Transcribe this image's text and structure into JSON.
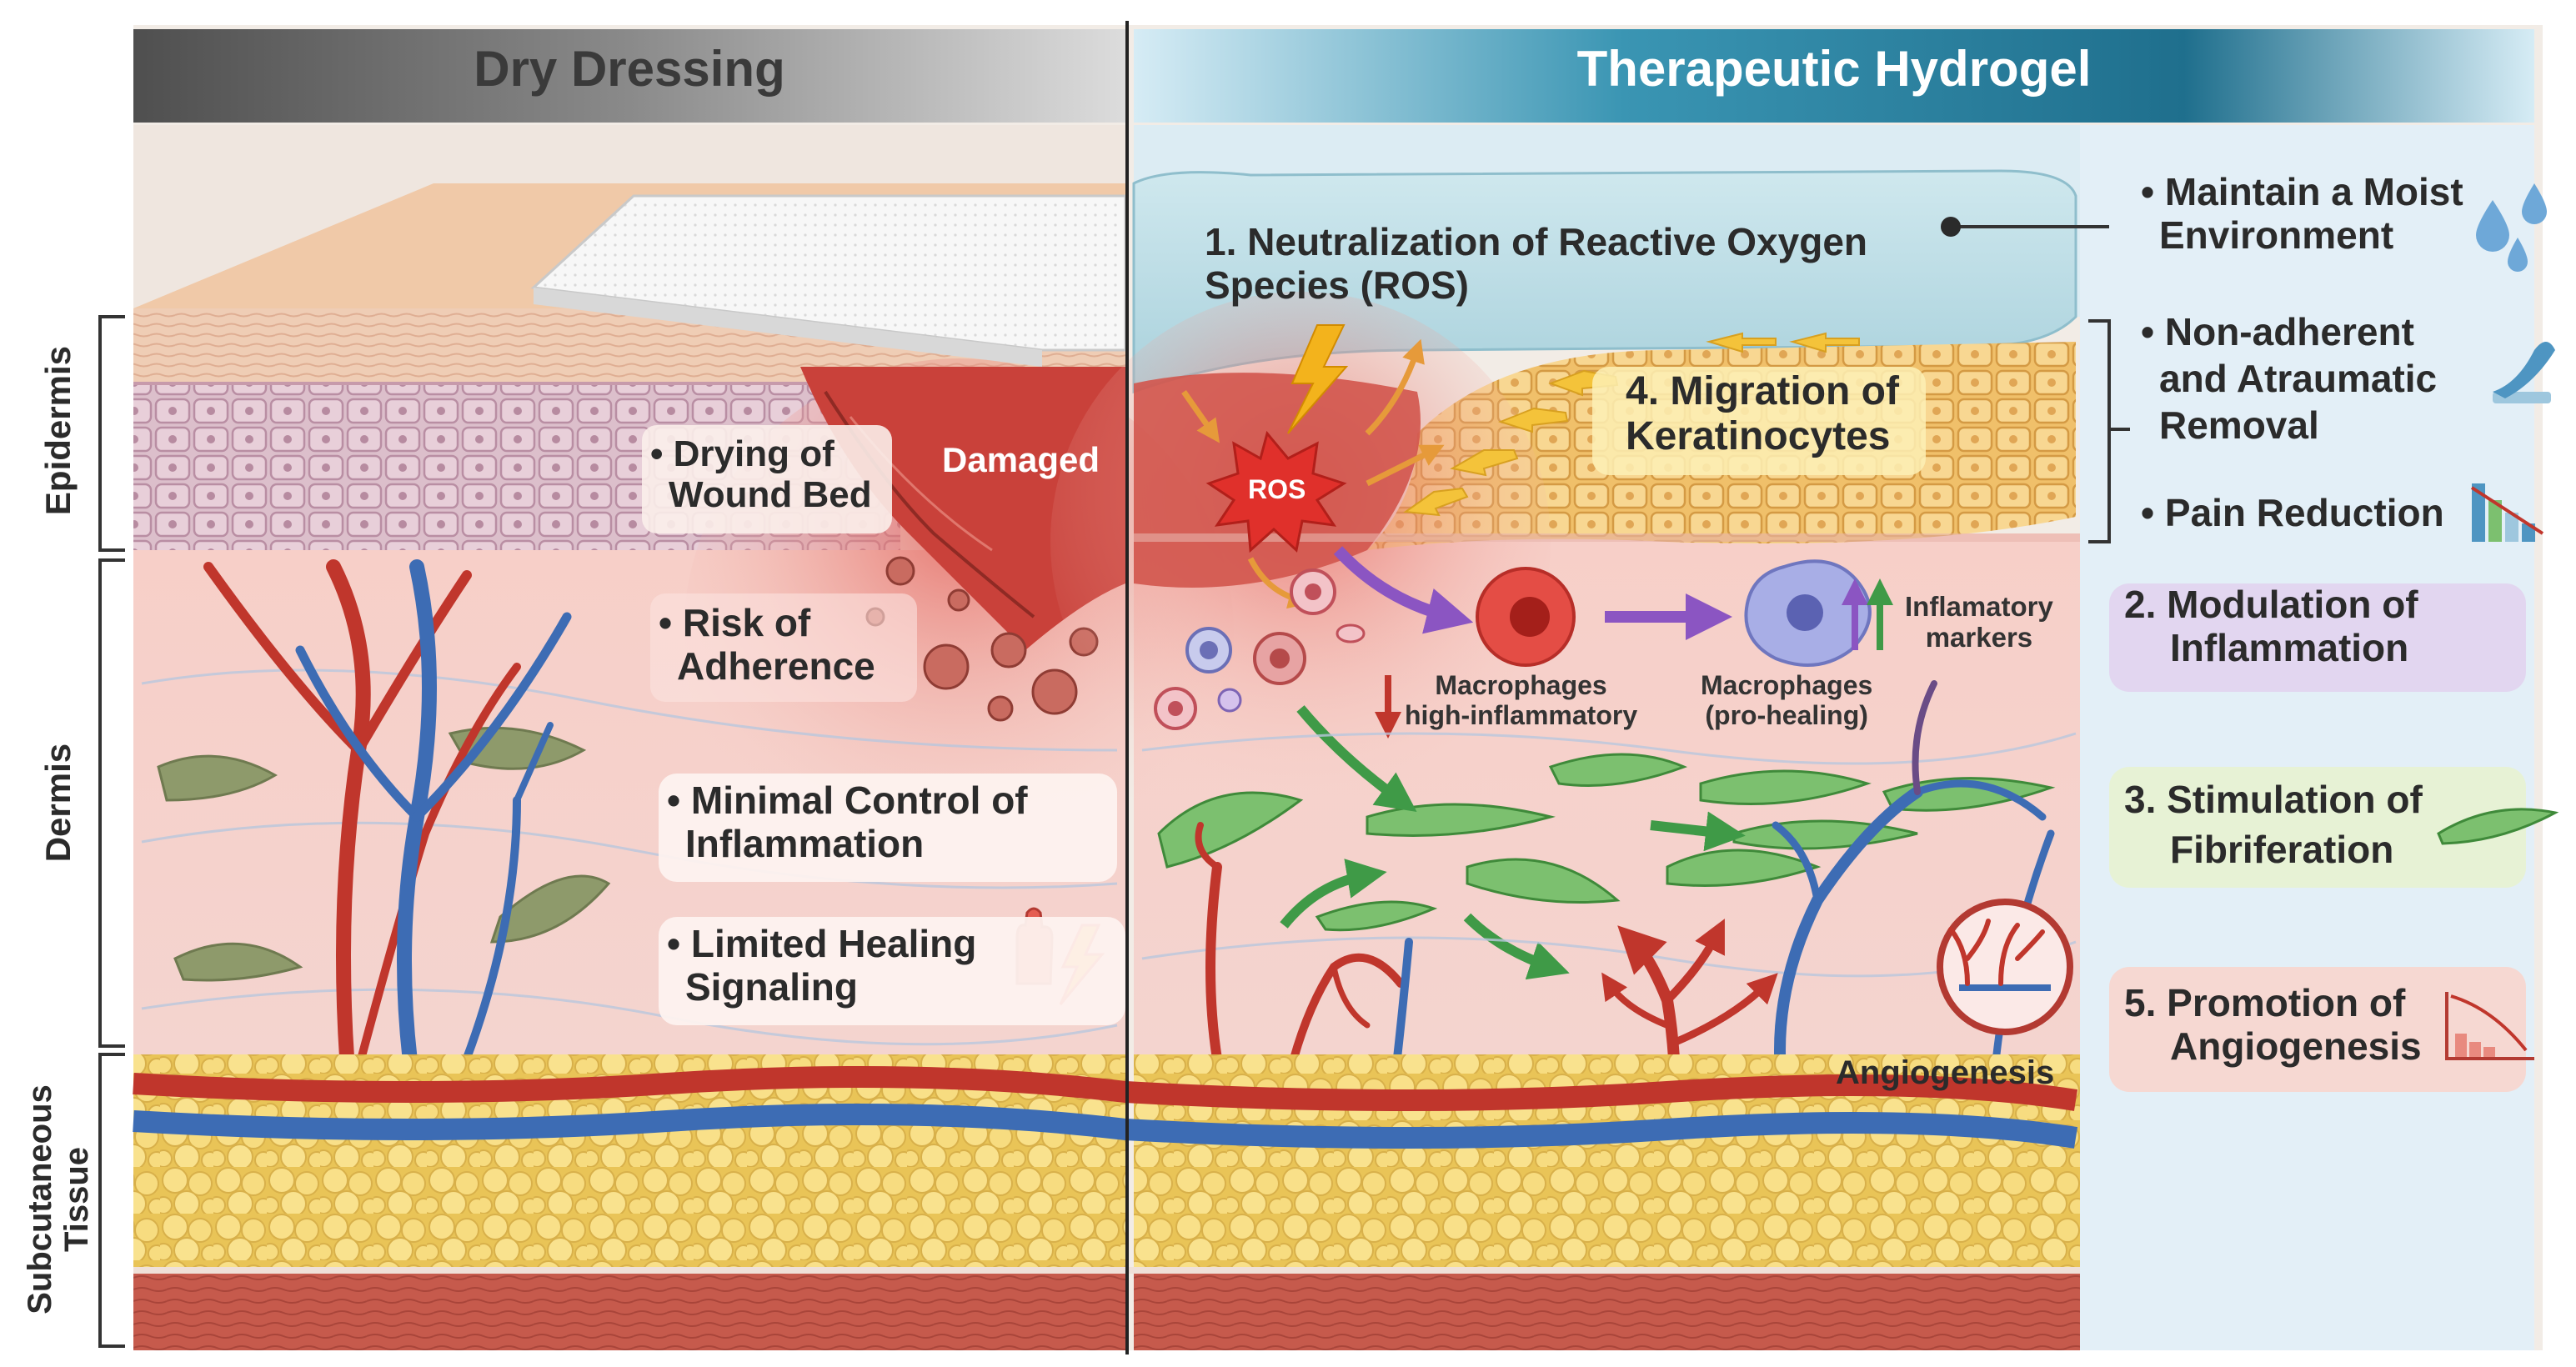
{
  "headers": {
    "left": "Dry Dressing",
    "right": "Therapeutic Hydrogel"
  },
  "layers": {
    "epidermis": "Epidermis",
    "dermis": "Dermis",
    "subcutaneous": [
      "Subcutaneous",
      "Tissue"
    ]
  },
  "dry_labels": {
    "drying": [
      "• Drying of",
      "Wound Bed"
    ],
    "damaged": "Damaged",
    "adherence": [
      "• Risk of",
      "Adherence"
    ],
    "inflammation": [
      "• Minimal Control of",
      "Inflammation"
    ],
    "healing": [
      "• Limited Healing",
      "Signaling"
    ]
  },
  "hydrogel_labels": {
    "ros_title": [
      "1. Neutralization of Reactive Oxygen",
      "Species (ROS)"
    ],
    "ros_badge": "ROS",
    "keratinocytes": [
      "4. Migration of",
      "Keratinocytes"
    ],
    "macro_high": [
      "Macrophages",
      "high-inflammatory"
    ],
    "macro_pro": [
      "Macrophages",
      "(pro-healing)"
    ],
    "markers": [
      "Inflamatory",
      "markers"
    ],
    "angiogenesis": "Angiogenesis"
  },
  "side_panel": {
    "moist": [
      "• Maintain a Moist",
      "Environment"
    ],
    "nonadherent": [
      "• Non-adherent",
      "and Atraumatic",
      "Removal"
    ],
    "pain": "• Pain Reduction",
    "modulation": [
      "2. Modulation of",
      "Inflammation"
    ],
    "stimulation": [
      "3. Stimulation of",
      "Fibriferation"
    ],
    "promotion": [
      "5. Promotion of",
      "Angiogenesis"
    ]
  },
  "colors": {
    "header_left": "#6e6e6e",
    "header_right": "#2a7f99",
    "side_bg": "#e3eff7",
    "modulation_box": "#e6dcf2",
    "stimulation_box": "#e9f3d8",
    "promotion_box": "#f6dcd6",
    "artery": "#c0362c",
    "vein": "#3d6cb4",
    "fat": "#f6dc7a",
    "skin_epidermis": "#d9b6c4",
    "keratinocyte": "#f4c976"
  },
  "icons": [
    "water-drop-icon",
    "peel-strip-icon",
    "bar-chart-icon",
    "hand-lightning-icon",
    "vessel-circle-icon",
    "lightning-icon"
  ]
}
